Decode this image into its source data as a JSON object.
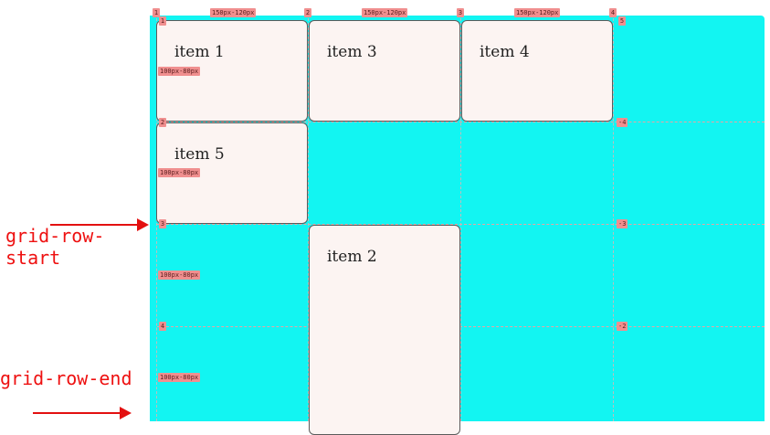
{
  "track_labels": {
    "column": "150px-120px",
    "row": "100px-80px"
  },
  "column_line_numbers": [
    "1",
    "2",
    "3",
    "4"
  ],
  "corner_numbers": {
    "top_left": "1",
    "top_right": "5"
  },
  "row_line_numbers_left": [
    "2",
    "3",
    "4"
  ],
  "row_line_numbers_right": [
    "-4",
    "-3",
    "-2"
  ],
  "items": {
    "item1": "item 1",
    "item2": "item 2",
    "item3": "item 3",
    "item4": "item 4",
    "item5": "item 5"
  },
  "annotations": {
    "row_start": "grid-row-\nstart",
    "row_end": "grid-row-end"
  },
  "colors": {
    "grid_background": "#12f5f2",
    "item_background": "#fcf4f2",
    "annotation_red": "#ee1111",
    "badge": "#f08f8f"
  }
}
